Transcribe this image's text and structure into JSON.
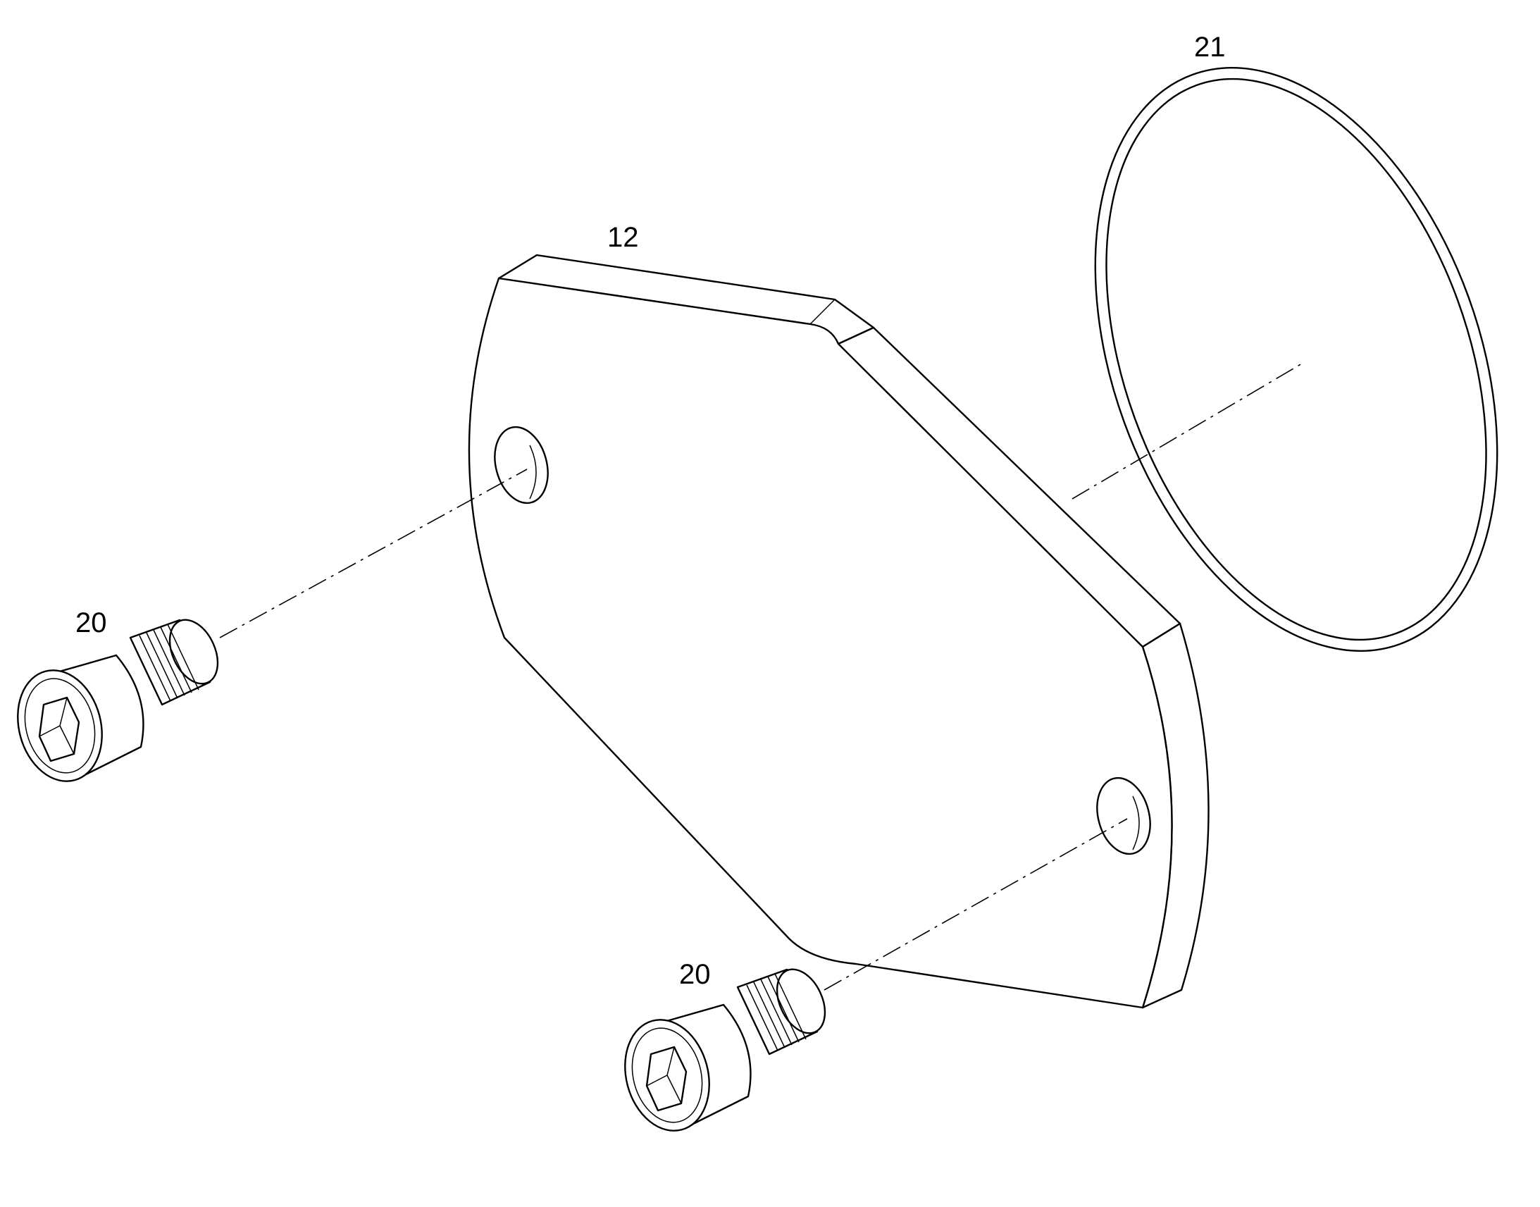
{
  "callouts": {
    "plate": "12",
    "oring": "21",
    "screw_left": "20",
    "screw_bottom": "20"
  },
  "colors": {
    "line": "#000000",
    "background": "#ffffff"
  }
}
